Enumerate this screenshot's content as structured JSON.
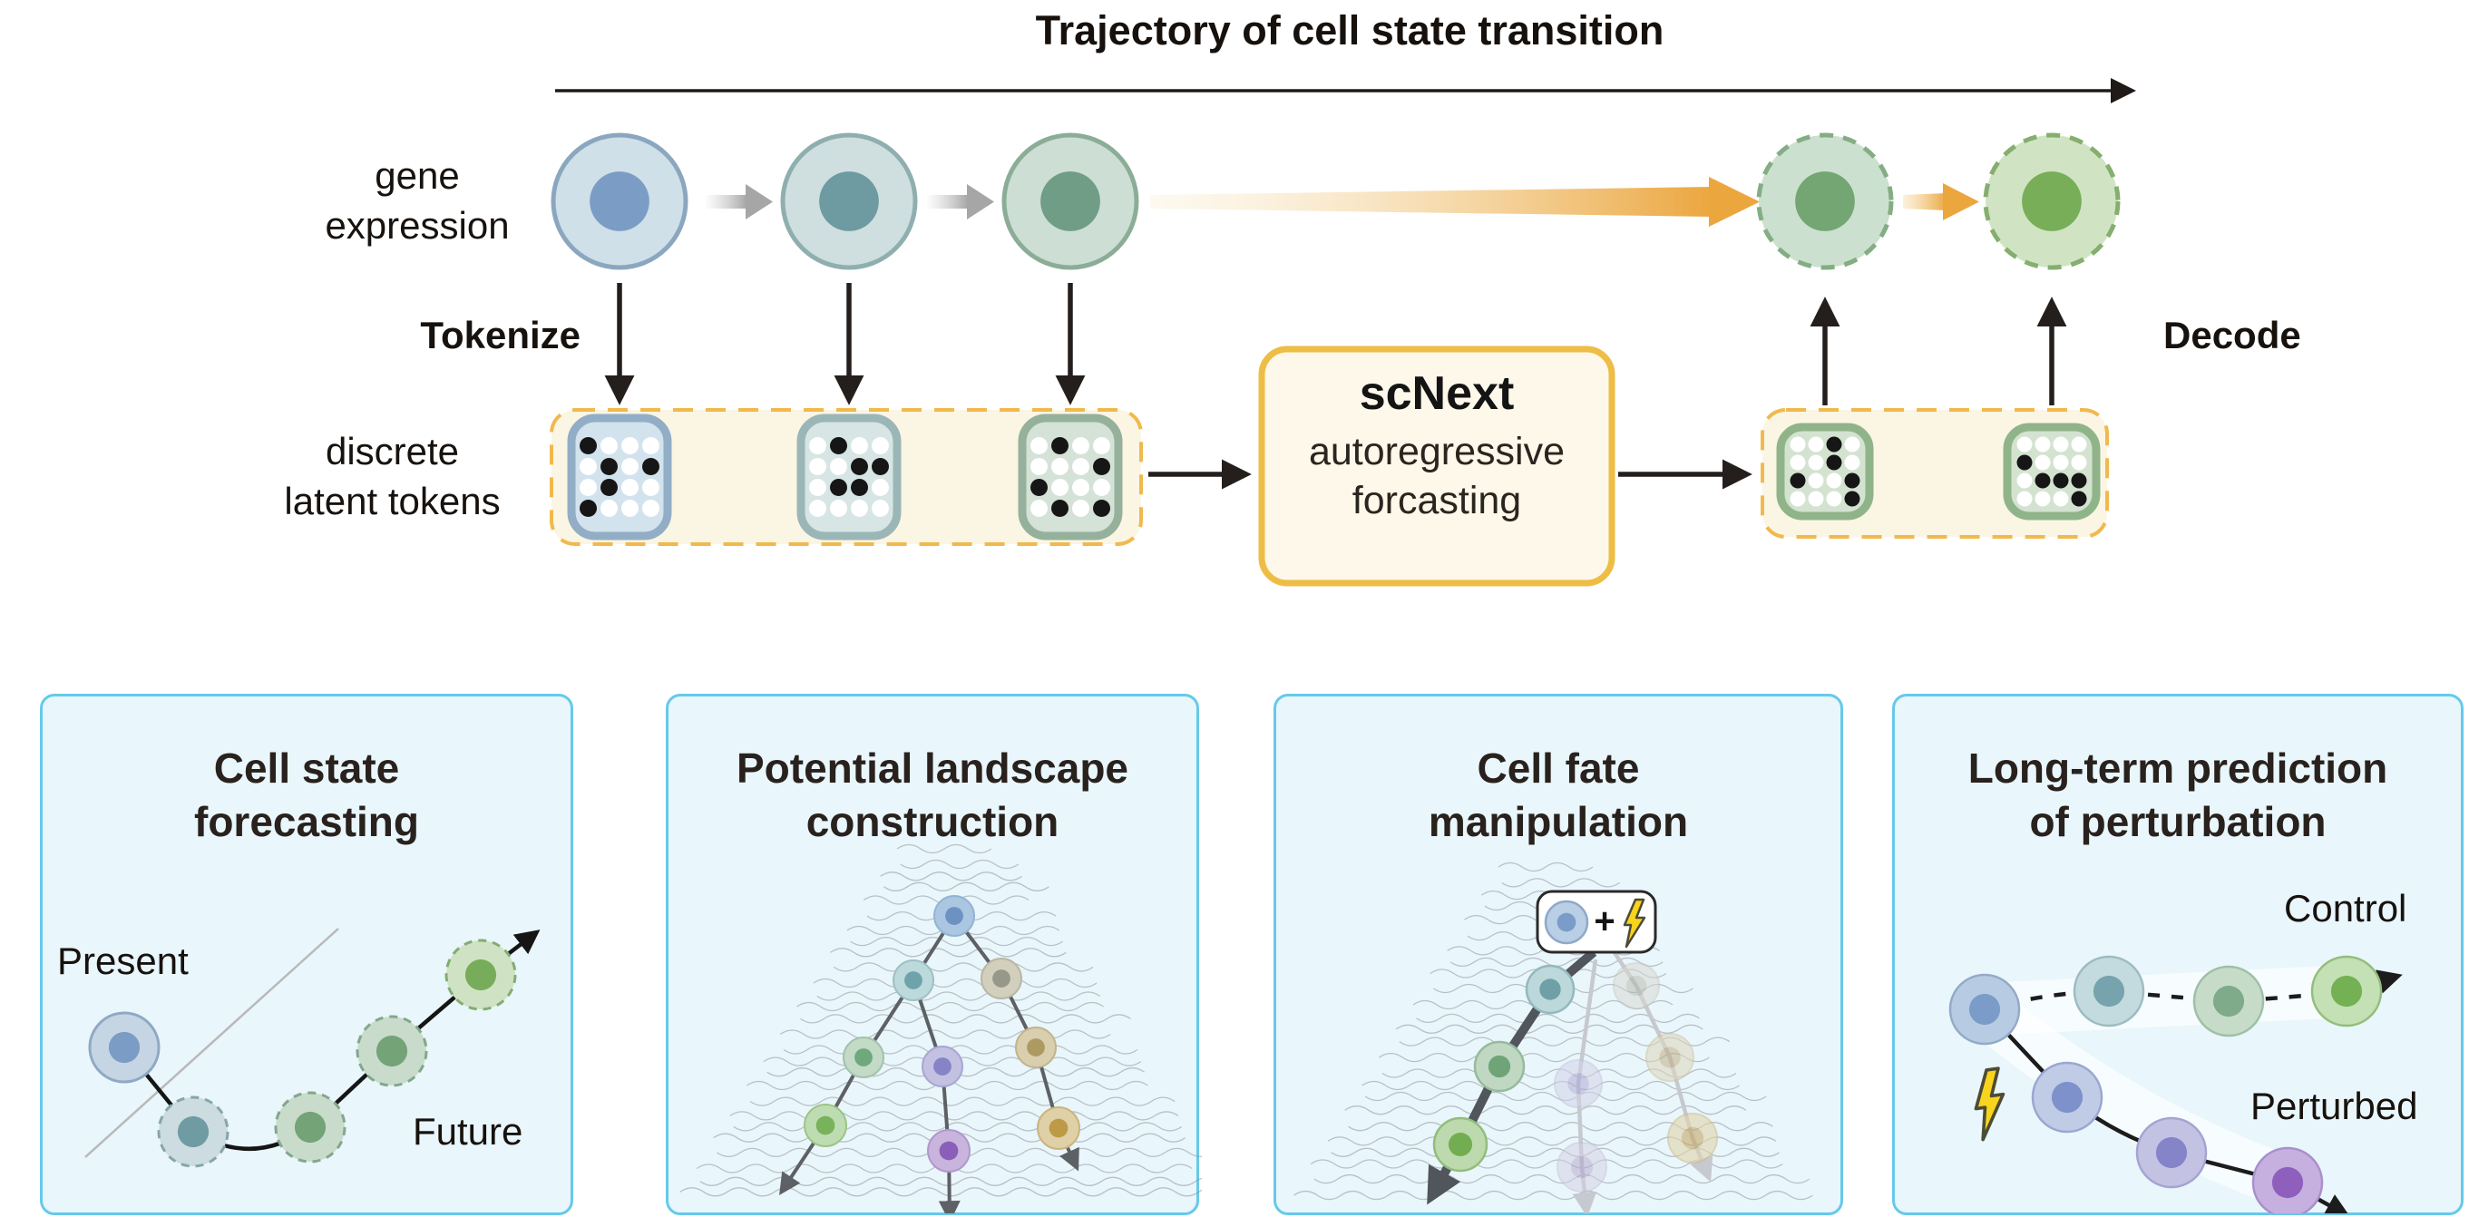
{
  "figure": {
    "title": "Trajectory of cell state transition",
    "gene_expression_label": "gene\nexpression",
    "latent_tokens_label": "discrete\nlatent tokens",
    "tokenize_label": "Tokenize",
    "decode_label": "Decode",
    "model": {
      "name": "scNext",
      "subtitle_line1": "autoregressive",
      "subtitle_line2": "forcasting"
    }
  },
  "tokens": {
    "left_patterns": [
      [
        "1000",
        "0101",
        "0100",
        "1000"
      ],
      [
        "0100",
        "0011",
        "0110",
        "0000"
      ],
      [
        "0100",
        "0001",
        "1000",
        "0101"
      ]
    ],
    "right_patterns": [
      [
        "0010",
        "0010",
        "1001",
        "0001"
      ],
      [
        "0000",
        "1000",
        "0111",
        "0001"
      ]
    ]
  },
  "panels": [
    {
      "id": "cell-state-forecasting",
      "title": "Cell state\nforecasting",
      "present_label": "Present",
      "future_label": "Future"
    },
    {
      "id": "potential-landscape-construction",
      "title": "Potential landscape\nconstruction"
    },
    {
      "id": "cell-fate-manipulation",
      "title": "Cell fate\nmanipulation",
      "badge_plus": "+"
    },
    {
      "id": "long-term-prediction-of-perturbation",
      "title": "Long-term prediction\nof perturbation",
      "control_label": "Control",
      "perturbed_label": "Perturbed"
    }
  ],
  "colors": {
    "accent_orange": "#f0b64a",
    "model_box_border": "#eebd45",
    "model_box_fill": "#fdf8e9",
    "token_container_fill": "#fbf5e4",
    "panel_border": "#66c9ea",
    "panel_fill": "#e9f6fb",
    "bolt_yellow": "#f8d41f",
    "cell_blue": "#7b9dc5",
    "cell_teal": "#6e9aa2",
    "cell_green": "#6f9d86",
    "cell_green_bright": "#77ae57",
    "cell_purple": "#8a5fb8",
    "cell_tan": "#bd9a45"
  }
}
